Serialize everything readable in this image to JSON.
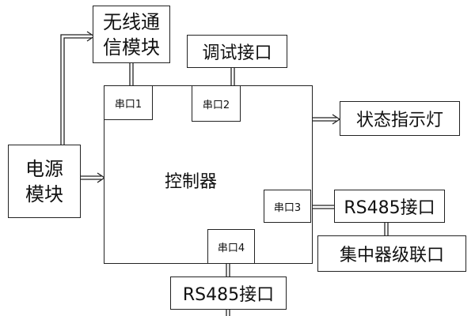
{
  "diagram": {
    "wireless_module": "无线通\n信模块",
    "debug_interface": "调试接口",
    "status_indicator": "状态指示灯",
    "power_module": "电源\n模块",
    "controller": "控制器",
    "port1": "串口1",
    "port2": "串口2",
    "port3": "串口3",
    "port4": "串口4",
    "rs485_right": "RS485接口",
    "concentrator_cascade": "集中器级联口",
    "rs485_bottom": "RS485接口"
  }
}
